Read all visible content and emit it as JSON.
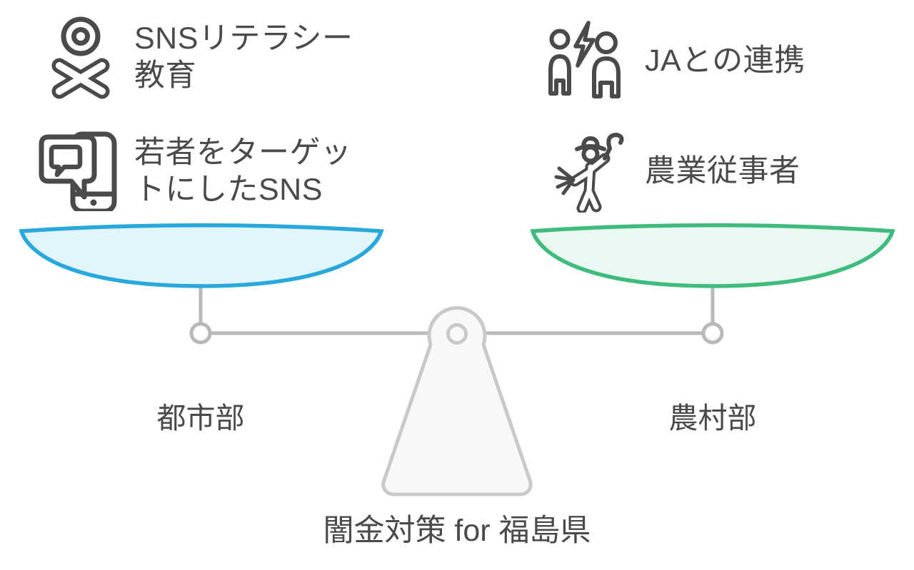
{
  "title": "闇金対策 for 福島県",
  "scale": {
    "left": {
      "label": "都市部",
      "items": [
        {
          "icon": "person-jump-icon",
          "text": "SNSリテラシー\n教育"
        },
        {
          "icon": "phone-chat-icon",
          "text": "若者をターゲッ\nトにしたSNS"
        }
      ],
      "pan_fill": "#E3F5FC",
      "pan_stroke": "#29A8DC"
    },
    "right": {
      "label": "農村部",
      "items": [
        {
          "icon": "people-conflict-icon",
          "text": "JAとの連携"
        },
        {
          "icon": "farmer-icon",
          "text": "農業従事者"
        }
      ],
      "pan_fill": "#E9F8F0",
      "pan_stroke": "#3FBC7D"
    }
  },
  "colors": {
    "text": "#4A4A4A",
    "icon_stroke": "#4A4A4A",
    "beam": "#B9B9B9",
    "fulcrum_fill": "#F8F8F8",
    "fulcrum_stroke": "#C9C9C9",
    "background": "#FFFFFF"
  }
}
